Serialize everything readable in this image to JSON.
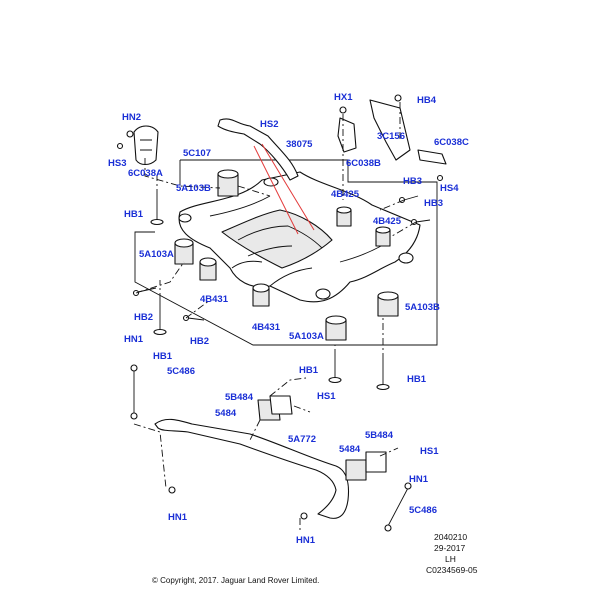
{
  "colors": {
    "label": "#1a2fd6",
    "line": "#111111",
    "highlight": "#e23a3a"
  },
  "labels": {
    "hn2": "HN2",
    "hs3": "HS3",
    "c6c038a": "6C038A",
    "c5c107": "5C107",
    "hs2": "HS2",
    "p38075": "38075",
    "hx1": "HX1",
    "hb4": "HB4",
    "c3c156": "3C156",
    "c6c038b": "6C038B",
    "c6c038c": "6C038C",
    "hs4": "HS4",
    "c5a103b_top": "5A103B",
    "hb1_top": "HB1",
    "c4b425_a": "4B425",
    "hb3_a": "HB3",
    "hb3_b": "HB3",
    "c4b425_b": "4B425",
    "c5a103a_left": "5A103A",
    "c4b431_a": "4B431",
    "c4b431_b": "4B431",
    "c5a103b_right": "5A103B",
    "c5a103a_bottom": "5A103A",
    "hb2_a": "HB2",
    "hb2_b": "HB2",
    "hn1_left": "HN1",
    "hb1_left": "HB1",
    "c5c486_left": "5C486",
    "hb1_mid": "HB1",
    "hs1_left": "HS1",
    "c5b484_left": "5B484",
    "c5484_left": "5484",
    "hb1_right": "HB1",
    "c5a772": "5A772",
    "c5b484_right": "5B484",
    "c5484_right": "5484",
    "hs1_right": "HS1",
    "hn1_right": "HN1",
    "c5c486_right": "5C486",
    "hn1_bl": "HN1",
    "hn1_bm": "HN1"
  },
  "meta": {
    "ref_number": "2040210",
    "date": "29-2017",
    "side": "LH",
    "drawing_code": "C0234569-05",
    "copyright": "© Copyright, 2017. Jaguar Land Rover Limited."
  }
}
